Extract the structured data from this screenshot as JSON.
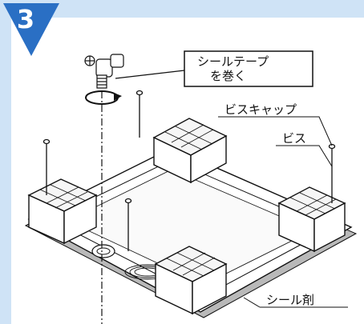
{
  "step": {
    "number": "3"
  },
  "callouts": {
    "seal_tape_line1": "シールテープ",
    "seal_tape_line2": "を巻く",
    "screw_cap": "ビスキャップ",
    "screw": "ビス",
    "sealant": "シール剤"
  },
  "colors": {
    "header_band": "#cfe3f6",
    "badge": "#2a6fc4",
    "badge_text": "#ffffff",
    "line": "#111111",
    "base_shadow": "#b9b9b9",
    "pad_fill": "#f6f6f6"
  },
  "icons": {
    "rotation": "clockwise-rotation-arrow-icon",
    "faucet": "faucet-icon"
  }
}
